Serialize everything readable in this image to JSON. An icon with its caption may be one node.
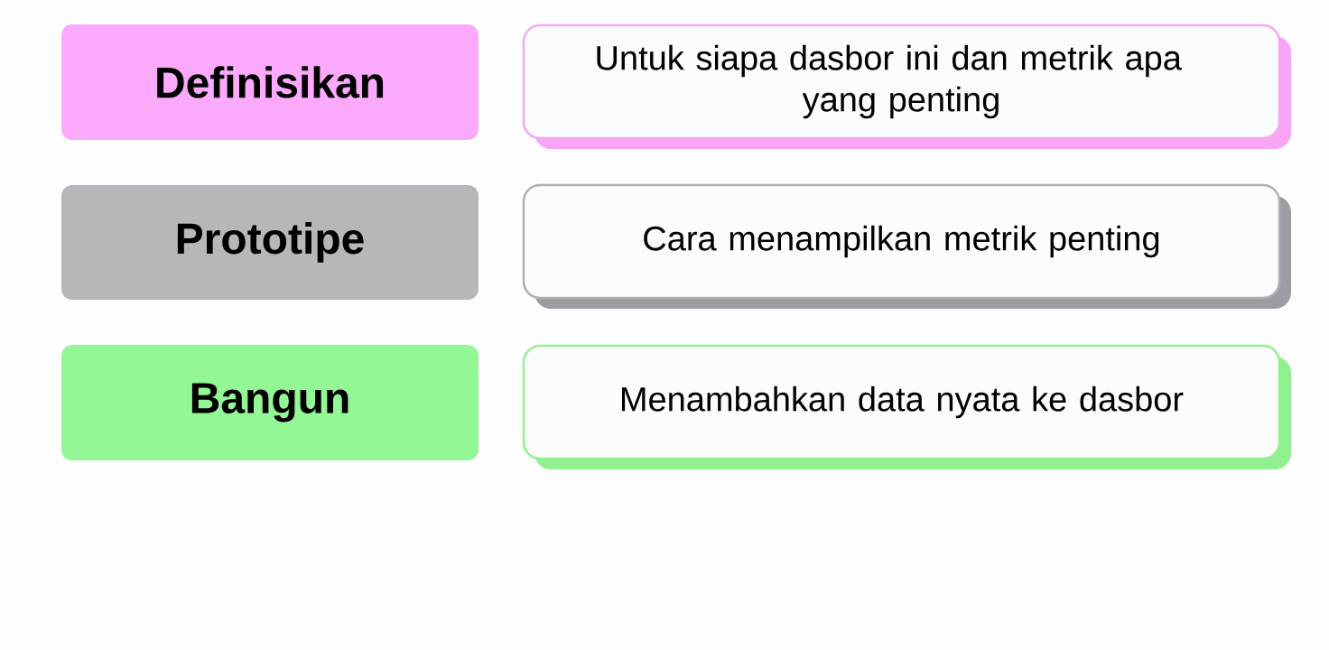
{
  "diagram": {
    "nodes": [
      {
        "text": [
          "Definisikan"
        ]
      },
      {
        "text": [
          "Untuk siapa dasbor ini dan metrik apa yang penting"
        ]
      },
      {
        "text": [
          "Prototipe"
        ]
      },
      {
        "text": [
          "Cara menampilkan metrik penting"
        ]
      },
      {
        "text": [
          "Bangun"
        ]
      },
      {
        "text": [
          "Menambahkan data nyata ke dasbor"
        ]
      }
    ]
  }
}
